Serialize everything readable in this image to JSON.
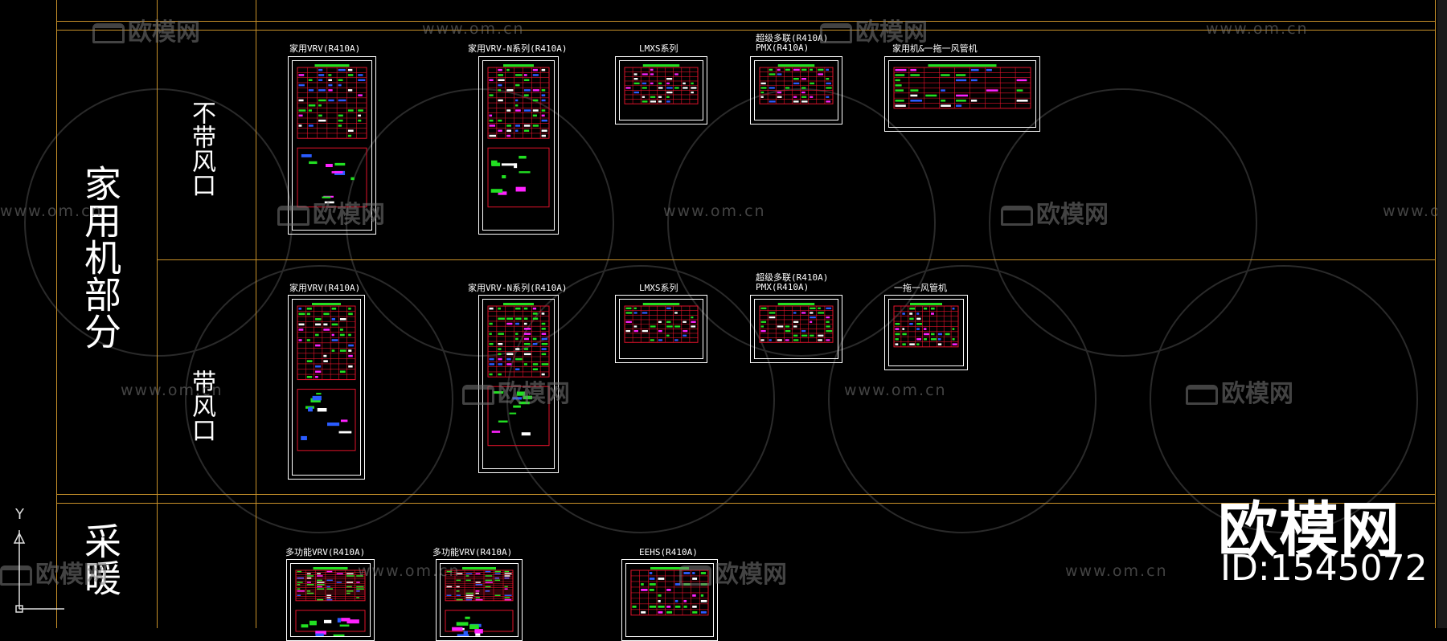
{
  "categories": {
    "household": "家用机部分",
    "heating": "采暖"
  },
  "subcategories": {
    "no_vent": "不带风口",
    "with_vent": "带风口"
  },
  "drawings": {
    "row1": [
      {
        "title": "家用VRV(R410A)"
      },
      {
        "title": "家用VRV-N系列(R410A)"
      },
      {
        "title": "LMXS系列"
      },
      {
        "title": "超级多联(R410A)",
        "subtitle": "PMX(R410A)"
      },
      {
        "title": "家用机&一拖一风管机"
      }
    ],
    "row2": [
      {
        "title": "家用VRV(R410A)"
      },
      {
        "title": "家用VRV-N系列(R410A)"
      },
      {
        "title": "LMXS系列"
      },
      {
        "title": "超级多联(R410A)",
        "subtitle": "PMX(R410A)"
      },
      {
        "title": "一拖一风管机"
      }
    ],
    "row3": [
      {
        "title": "多功能VRV(R410A)"
      },
      {
        "title": "多功能VRV(R410A)"
      },
      {
        "title": "EEHS(R410A)"
      }
    ]
  },
  "watermarks": {
    "url": "www.om.cn",
    "brand": "欧模网",
    "big_brand": "欧模网",
    "id_text": "ID:1545072"
  },
  "ucs": {
    "y_label": "Y"
  },
  "colors": {
    "background": "#000000",
    "grid_line": "#c8912a",
    "table_red": "#e0122a",
    "highlight_green": "#22e022",
    "magenta": "#ff22ff",
    "blue": "#2a5cff"
  }
}
